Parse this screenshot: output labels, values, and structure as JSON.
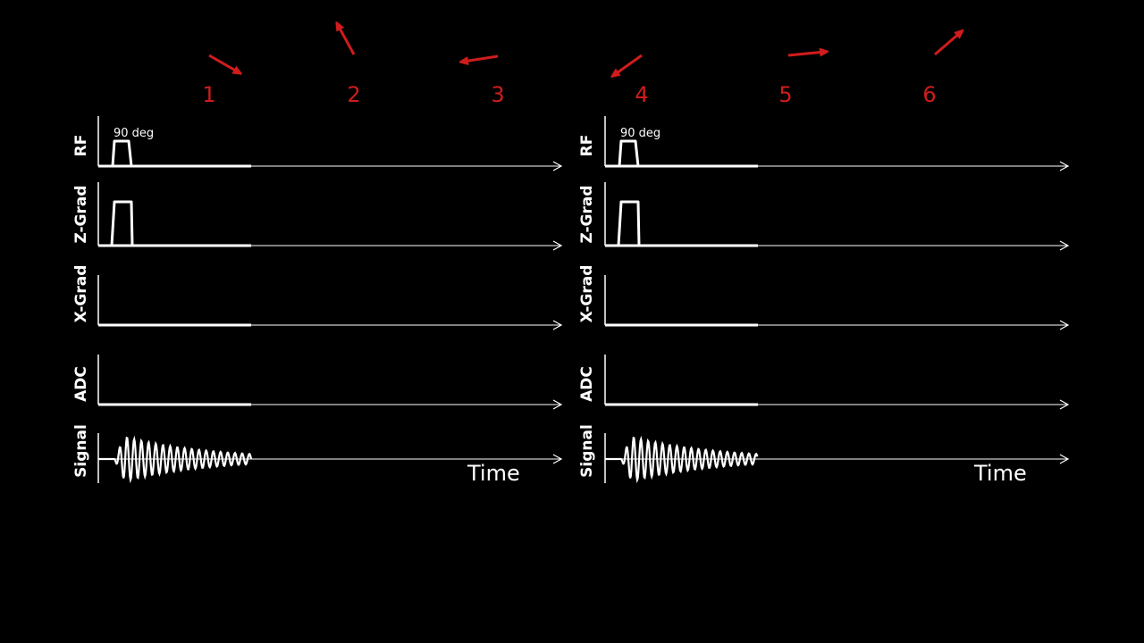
{
  "numbers": [
    "1",
    "2",
    "3",
    "4",
    "5",
    "6"
  ],
  "rows": [
    "RF",
    "Z-Grad",
    "X-Grad",
    "ADC",
    "Signal"
  ],
  "panels": [
    {
      "pulse_label": "90 deg",
      "time_label": "Time"
    },
    {
      "pulse_label": "90 deg",
      "time_label": "Time"
    }
  ],
  "colors": {
    "background": "#000000",
    "trace": "#ffffff",
    "arrow": "#d01c1c"
  }
}
